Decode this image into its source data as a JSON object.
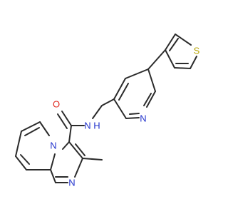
{
  "structure": {
    "atoms": [
      {
        "id": "S",
        "label": "S",
        "color": "#b7a300"
      },
      {
        "id": "N_pyridine",
        "label": "N",
        "color": "#2233cc"
      },
      {
        "id": "O",
        "label": "O",
        "color": "#e0281e"
      },
      {
        "id": "NH",
        "label": "N",
        "color": "#2233cc"
      },
      {
        "id": "H",
        "label": "H",
        "color": "#2233cc"
      },
      {
        "id": "N_bridge",
        "label": "N",
        "color": "#2233cc"
      },
      {
        "id": "N_imidazole",
        "label": "N",
        "color": "#2233cc"
      }
    ],
    "bond_color": "#2b2b2b"
  }
}
